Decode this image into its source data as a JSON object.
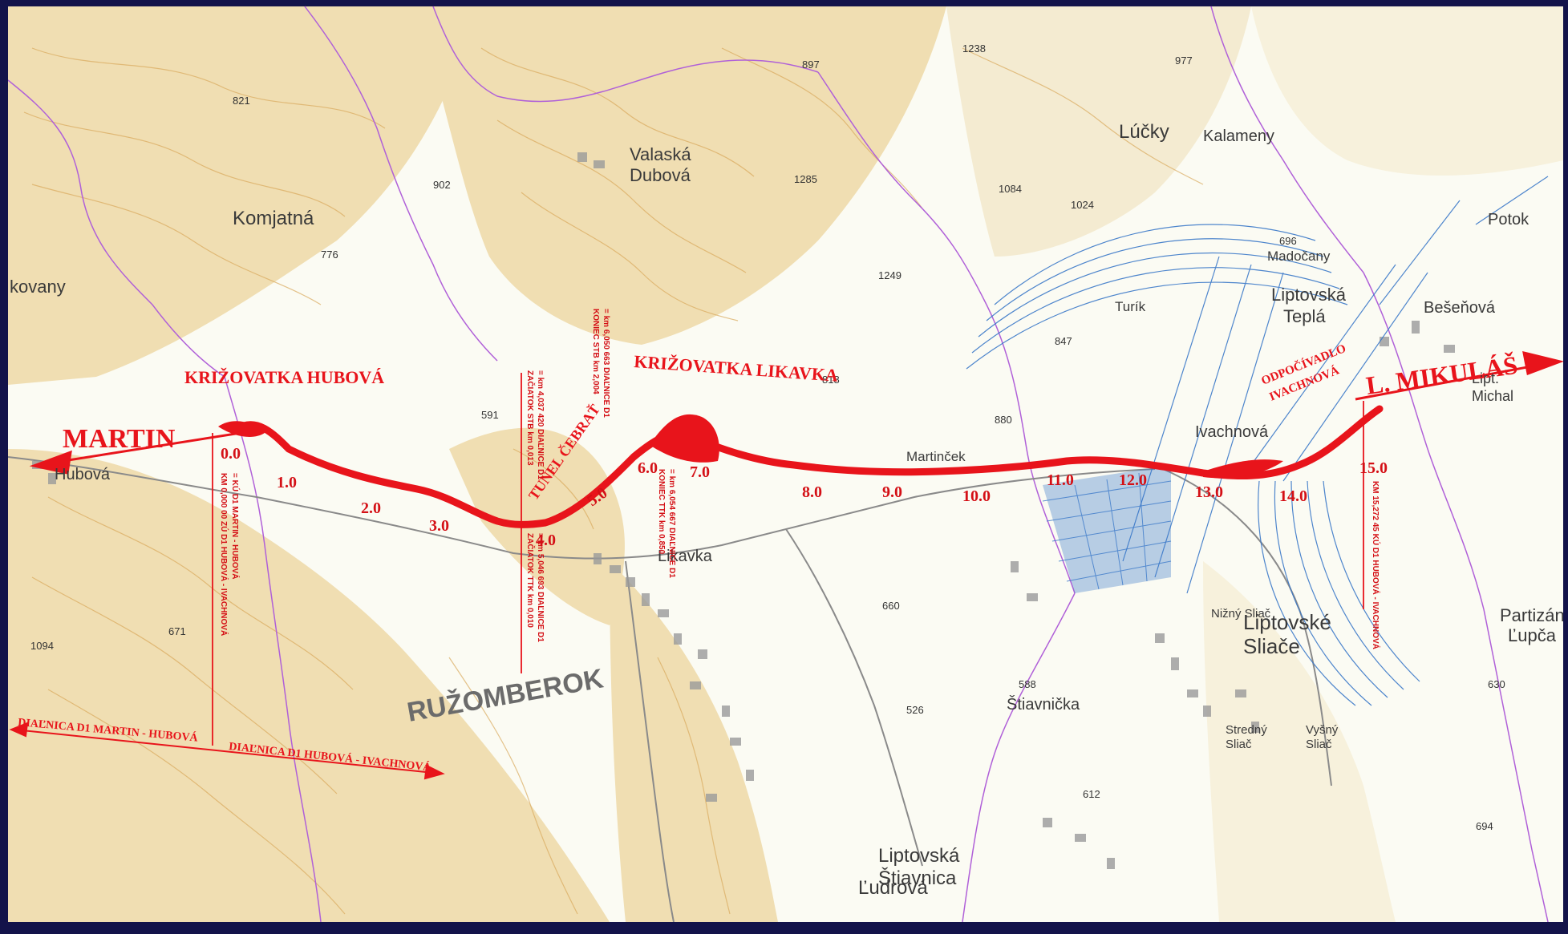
{
  "map": {
    "colors": {
      "background": "#fbfbf3",
      "terrain": "#e8c888",
      "route": "#e8141b",
      "boundary": "#b060d8",
      "grid": "#3a78c8",
      "frame": "#13134a"
    },
    "labels": {
      "martin": "MARTIN",
      "l_mikulas": "L. MIKULÁŠ",
      "krizovatka_hubova": "KRIŽOVATKA HUBOVÁ",
      "krizovatka_likavka": "KRIŽOVATKA LIKAVKA",
      "tunel_cebrat": "TUNEL ČEBRAŤ",
      "odpocivadlo": [
        "ODPOČÍVADLO",
        "IVACHNOVÁ"
      ],
      "ruzomberok": "RUŽOMBEROK",
      "dialnica_martin_hubova": "DIAĽNICA D1 MARTIN - HUBOVÁ",
      "dialnica_hubova_ivachnova": "DIAĽNICA D1 HUBOVÁ - IVACHNOVÁ"
    },
    "vertical_labels": {
      "km_zac": "KM 0,000 00 ZÚ D1 HUBOVÁ - IVACHNOVÁ",
      "kk_d1": "= KÚ D1 MARTIN - HUBOVÁ",
      "ku_d1_end": "KM 15,272 45 KÚ D1 HUBOVÁ - IVACHNOVÁ",
      "zac_stb": "ZAČIATOK STB km 0,013",
      "zac_stb_km": "= km 4,037 420 DIAĽNICE D1",
      "zac_ttk": "ZAČIATOK TTK km 0,010",
      "zac_ttk_km": "= km 5,046 693 DIAĽNICE D1",
      "kon_stb": "KONIEC STB km 2,004",
      "kon_stb_km": "= km 6,050 663 DIAĽNICE D1",
      "kon_ttk": "KONIEC TTK km 0,850",
      "kon_ttk_km": "= km 6,054 667 DIAĽNICE D1"
    },
    "km_markers": [
      "0.0",
      "1.0",
      "2.0",
      "3.0",
      "4.0",
      "5.0",
      "6.0",
      "7.0",
      "8.0",
      "9.0",
      "10.0",
      "11.0",
      "12.0",
      "13.0",
      "14.0",
      "15.0"
    ],
    "places": {
      "valaska_dubova": [
        "Valaská",
        "Dubová"
      ],
      "kornatna": "Komjatná",
      "lucky": "Lúčky",
      "kalameny": "Kalameny",
      "liptovska_tepla": [
        "Liptovská",
        "Teplá"
      ],
      "besenova": "Bešeňová",
      "liptovske_sliace": [
        "Liptovské",
        "Sliače"
      ],
      "liptovska_stiavnica": [
        "Liptovská",
        "Štiavnica"
      ],
      "ludrova": "Ľudrová",
      "stiavnicka": "Štiavnička",
      "hubova": "Hubová",
      "likavka": "Likavka",
      "partizanska_lupca": [
        "Partizán",
        "Ľupča"
      ],
      "kovany": "kovany",
      "potok": "Potok",
      "lipt_michal": [
        "Lipt.",
        "Michal"
      ],
      "ivachnova": "Ivachnová",
      "stredny_sliac": [
        "Stredný",
        "Sliač"
      ],
      "vysny_sliac": [
        "Vyšný",
        "Sliač"
      ],
      "nizny_sliac": "Nižný Sliač",
      "madocany": "Madočany",
      "turik": "Turík",
      "martincek": "Martinček"
    },
    "hills": [
      "821",
      "902",
      "776",
      "897",
      "1084",
      "1024",
      "696",
      "977",
      "1238",
      "1285",
      "1249",
      "847",
      "818",
      "880",
      "671",
      "1094",
      "612",
      "694",
      "591",
      "660",
      "526",
      "588",
      "630"
    ]
  }
}
